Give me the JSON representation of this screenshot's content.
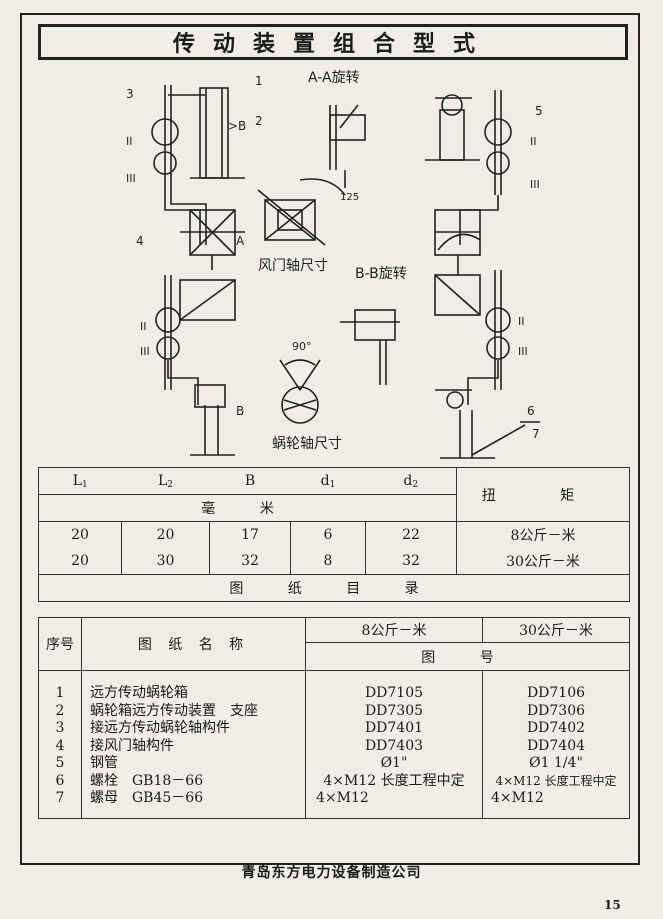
{
  "title": "传动装置组合型式",
  "drawing": {
    "labels": {
      "section_aa": "A-A旋转",
      "section_bb": "B-B旋转",
      "damper_shaft_size": "风门轴尺寸",
      "worm_shaft_size": "蜗轮轴尺寸",
      "part1": "1",
      "part2": "2",
      "part3": "3",
      "part4": "4",
      "part5": "5",
      "part6": "6",
      "part7": "7",
      "roman2_left": "II",
      "roman3_left": "III",
      "roman2_right": "II",
      "roman3_right": "III",
      "roman2_bl": "II",
      "roman3_bl": "III",
      "roman2_br": "II",
      "roman3_br": "III",
      "angle90": "90°",
      "dim125": "125",
      "b_gt": ">B",
      "letter_a": "A",
      "letter_b": "B"
    }
  },
  "spec_table": {
    "headers": [
      "L1",
      "L2",
      "B",
      "d1",
      "d2"
    ],
    "unit": "毫 米",
    "torque_header": "扭 矩",
    "rows": [
      {
        "L1": "20",
        "L2": "20",
        "B": "17",
        "d1": "6",
        "d2": "22",
        "torque": "8公斤－米"
      },
      {
        "L1": "20",
        "L2": "30",
        "B": "32",
        "d1": "8",
        "d2": "32",
        "torque": "30公斤－米"
      }
    ]
  },
  "drawings_table": {
    "title": "图 纸 目 录",
    "col_seq": "序号",
    "col_name": "图 纸 名 称",
    "col_8": "8公斤－米",
    "col_30": "30公斤－米",
    "col_drawing_no": "图 号",
    "items": [
      {
        "no": "1",
        "name": "远方传动蜗轮箱",
        "c8": "DD7105",
        "c30": "DD7106"
      },
      {
        "no": "2",
        "name": "蜗轮箱远方传动装置　支座",
        "c8": "DD7305",
        "c30": "DD7306"
      },
      {
        "no": "3",
        "name": "接远方传动蜗轮轴构件",
        "c8": "DD7401",
        "c30": "DD7402"
      },
      {
        "no": "4",
        "name": "接风门轴构件",
        "c8": "DD7403",
        "c30": "DD7404"
      },
      {
        "no": "5",
        "name": "钢管",
        "c8": "Ø1\"",
        "c30": "Ø1 1/4\""
      },
      {
        "no": "6",
        "name": "螺栓　GB18－66",
        "c8": "4×M12 长度工程中定",
        "c30": "4×M12 长度工程中定"
      },
      {
        "no": "7",
        "name": "螺母　GB45－66",
        "c8": "4×M12",
        "c30": "4×M12"
      }
    ]
  },
  "footer": {
    "company": "青岛东方电力设备制造公司",
    "page_number": "15"
  }
}
